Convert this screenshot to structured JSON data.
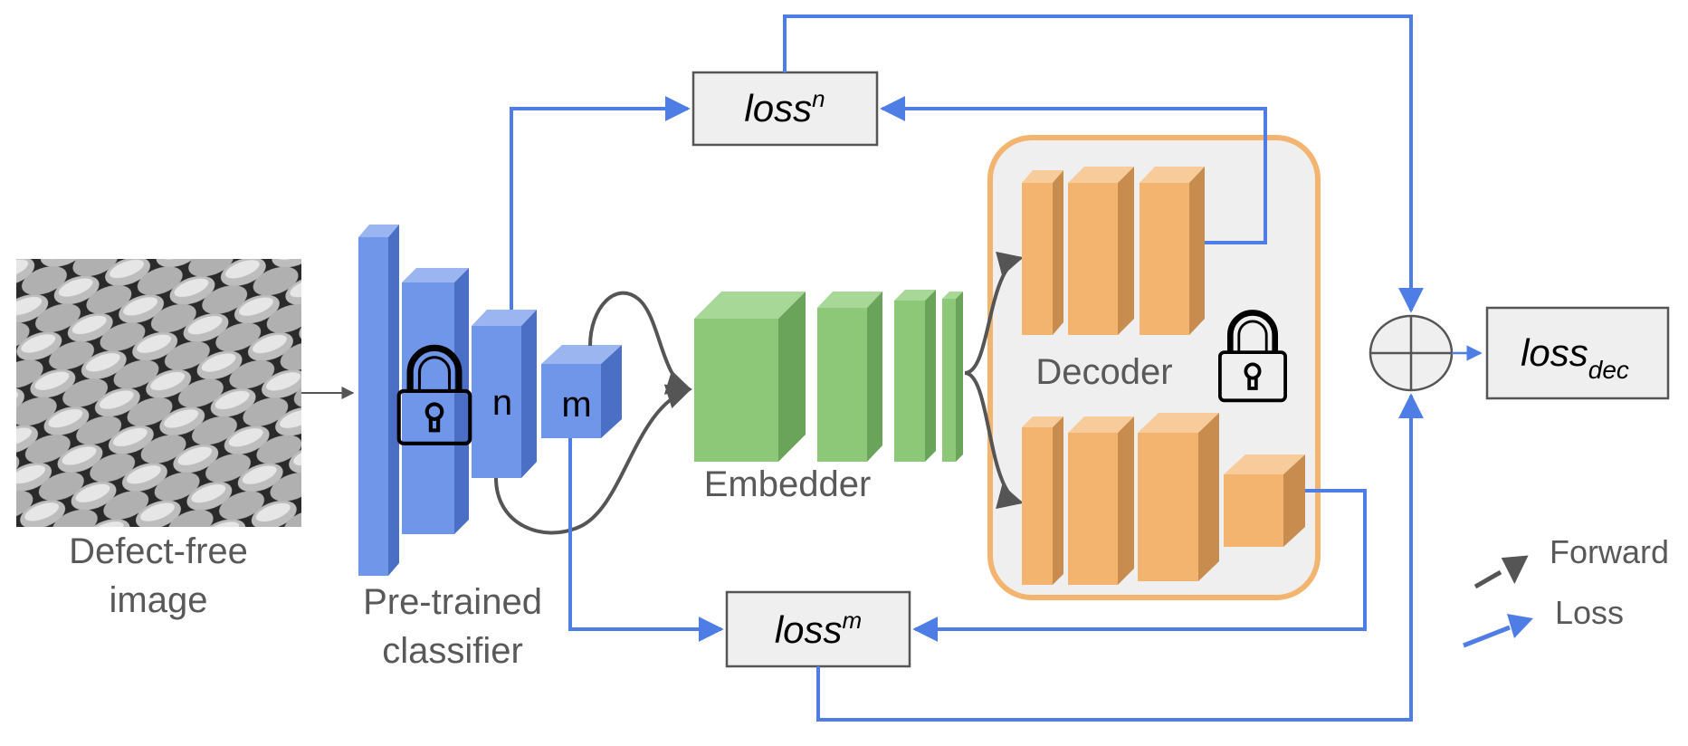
{
  "input": {
    "label_line1": "Defect-free",
    "label_line2": "image"
  },
  "classifier": {
    "label_line1": "Pre-trained",
    "label_line2": "classifier",
    "layer_n": "n",
    "layer_m": "m"
  },
  "embedder": {
    "label": "Embedder"
  },
  "decoder": {
    "label": "Decoder"
  },
  "losses": {
    "loss_n": {
      "base": "loss",
      "sup": "n"
    },
    "loss_m": {
      "base": "loss",
      "sup": "m"
    },
    "loss_dec": {
      "base": "loss",
      "sub": "dec"
    }
  },
  "legend": {
    "forward": "Forward",
    "loss": "Loss"
  },
  "colors": {
    "classifier": "#6f96e8",
    "embedder": "#8cc878",
    "decoder": "#f2b46e",
    "decoder_border": "#f2b46e",
    "decoder_bg": "#efefef",
    "loss_arrow": "#4f7de6",
    "forward_arrow": "#555555"
  },
  "icons": [
    "lock-icon",
    "lock-icon",
    "circle-plus-icon",
    "texture-image"
  ]
}
